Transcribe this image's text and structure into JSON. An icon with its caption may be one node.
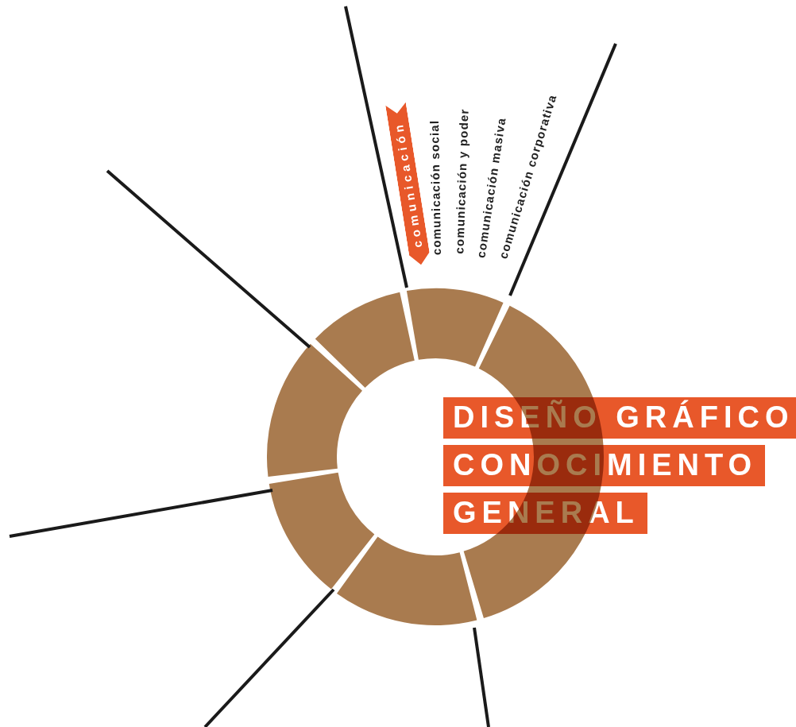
{
  "diagram": {
    "nodes": [
      {
        "text": [
          "DISEÑO GRÁFICO CONOCIMIENTO GENERAL"
        ]
      },
      {
        "text": [
          "comunicación"
        ]
      }
    ],
    "labels": [
      "comunicación social",
      "comunicación y poder",
      "comunicación masiva",
      "comunicación corporativa"
    ]
  }
}
